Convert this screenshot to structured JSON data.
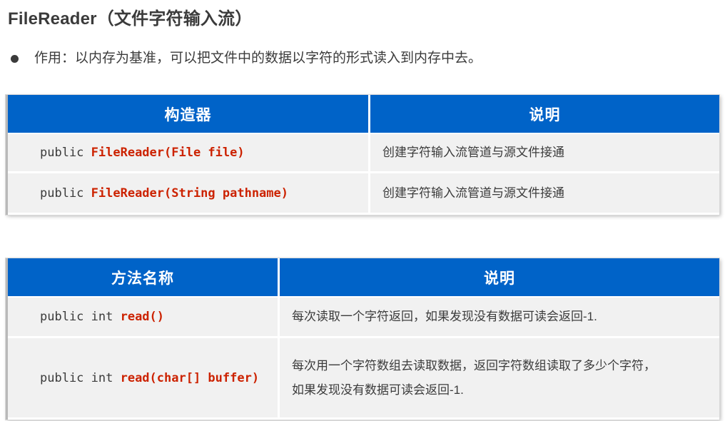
{
  "page": {
    "title": "FileReader（文件字符输入流）",
    "bullet": {
      "marker": "bullet-dot",
      "text": "作用：以内存为基准，可以把文件中的数据以字符的形式读入到内存中去。"
    }
  },
  "theme": {
    "header_blue": "#0063c8",
    "row_gray": "#f1f1f1",
    "text_dark": "#3b3b3b",
    "code_red": "#cc2200",
    "white": "#ffffff"
  },
  "constructor_table": {
    "headers": [
      "构造器",
      "说明"
    ],
    "rows": [
      {
        "signature_prefix": "public ",
        "signature_highlight": "FileReader(File file)",
        "description": "创建字符输入流管道与源文件接通"
      },
      {
        "signature_prefix": "public ",
        "signature_highlight": "FileReader(String pathname)",
        "description": "创建字符输入流管道与源文件接通"
      }
    ]
  },
  "method_table": {
    "headers": [
      "方法名称",
      "说明"
    ],
    "rows": [
      {
        "signature_prefix": "public int ",
        "signature_highlight": "read()",
        "description": "每次读取一个字符返回，如果发现没有数据可读会返回-1."
      },
      {
        "signature_prefix": "public int ",
        "signature_highlight": "read(char[] buffer)",
        "description": "每次用一个字符数组去读取数据，返回字符数组读取了多少个字符，\n如果发现没有数据可读会返回-1."
      }
    ]
  }
}
